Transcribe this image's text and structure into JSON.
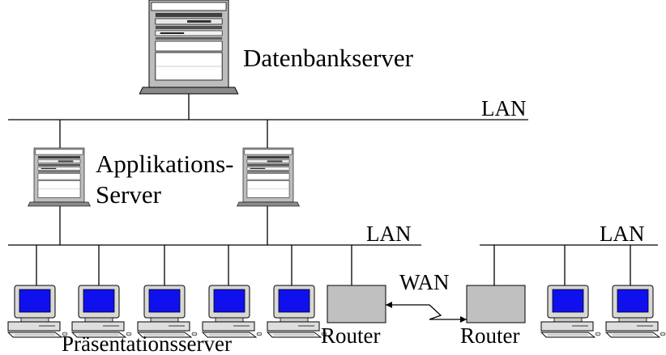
{
  "diagram": {
    "database_server_label": "Datenbankserver",
    "application_server_label_line1": "Applikations-",
    "application_server_label_line2": "Server",
    "presentation_server_label": "Präsentationsserver",
    "lan_top_label": "LAN",
    "lan_mid_label": "LAN",
    "lan_right_label": "LAN",
    "wan_label": "WAN",
    "router_left_label": "Router",
    "router_right_label": "Router",
    "icons": {
      "server": "server-rack-icon",
      "client": "desktop-computer-icon",
      "router": "router-box-icon"
    },
    "colors": {
      "screen": "#1010ee",
      "router_fill": "#c0c0c0",
      "server_body": "#b8b8b8"
    }
  }
}
